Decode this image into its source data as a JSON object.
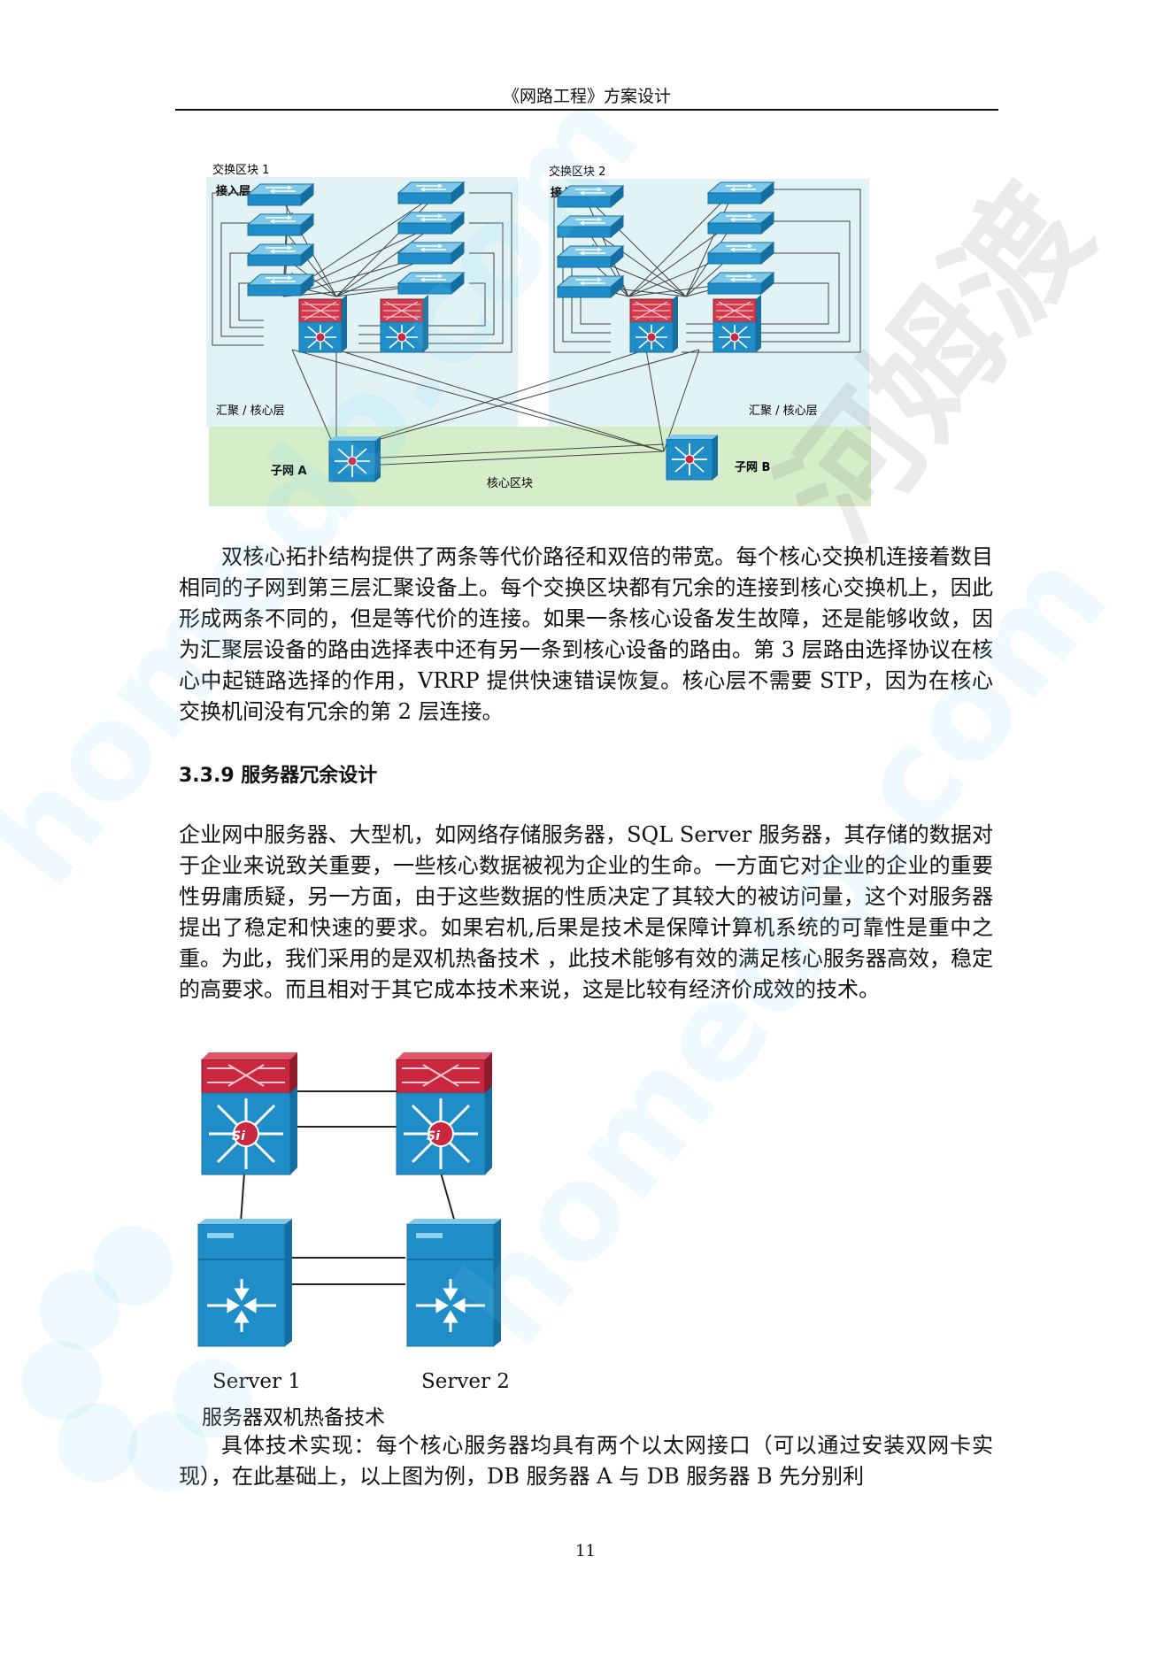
{
  "header": {
    "title": "《网路工程》方案设计"
  },
  "diagram1": {
    "block1_label": "交换区块 1",
    "block2_label": "交换区块 2",
    "access_label_1": "接入层",
    "access_label_2": "接入层",
    "dist_label_1": "汇聚 / 核心层",
    "dist_label_2": "汇聚 / 核心层",
    "subnet_a": "子网 A",
    "subnet_b": "子网 B",
    "core_label": "核心区块",
    "colors": {
      "block_bg": "#e2f3f6",
      "core_bg": "#d5edc9",
      "switch": "#1e8dc8",
      "router_top": "#c9283e"
    }
  },
  "paragraphs": {
    "p1": "双核心拓扑结构提供了两条等代价路径和双倍的带宽。每个核心交换机连接着数目相同的子网到第三层汇聚设备上。每个交换区块都有冗余的连接到核心交换机上，因此形成两条不同的，但是等代价的连接。如果一条核心设备发生故障，还是能够收敛，因为汇聚层设备的路由选择表中还有另一条到核心设备的路由。第 3 层路由选择协议在核心中起链路选择的作用，VRRP 提供快速错误恢复。核心层不需要 STP，因为在核心交换机间没有冗余的第 2 层连接。",
    "heading": "3.3.9 服务器冗余设计",
    "p2": "企业网中服务器、大型机，如网络存储服务器，SQL Server 服务器，其存储的数据对于企业来说致关重要，一些核心数据被视为企业的生命。一方面它对企业的企业的重要性毋庸质疑，另一方面，由于这些数据的性质决定了其较大的被访问量，这个对服务器提出了稳定和快速的要求。如果宕机,后果是技术是保障计算机系统的可靠性是重中之重。为此，我们采用的是双机热备技术 ，此技术能够有效的满足核心服务器高效，稳定的高要求。而且相对于其它成本技术来说，这是比较有经济价成效的技术。",
    "p3": "具体技术实现：每个核心服务器均具有两个以太网接口（可以通过安装双网卡实现），在此基础上，以上图为例，DB 服务器 A 与 DB 服务器 B 先分别利"
  },
  "diagram2": {
    "switch_label": "Si",
    "server1": "Server 1",
    "server2": "Server 2",
    "caption": "服务器双机热备技术"
  },
  "watermark": {
    "brand": "homedo.com",
    "cn": "河姆渡"
  },
  "page_number": "11"
}
